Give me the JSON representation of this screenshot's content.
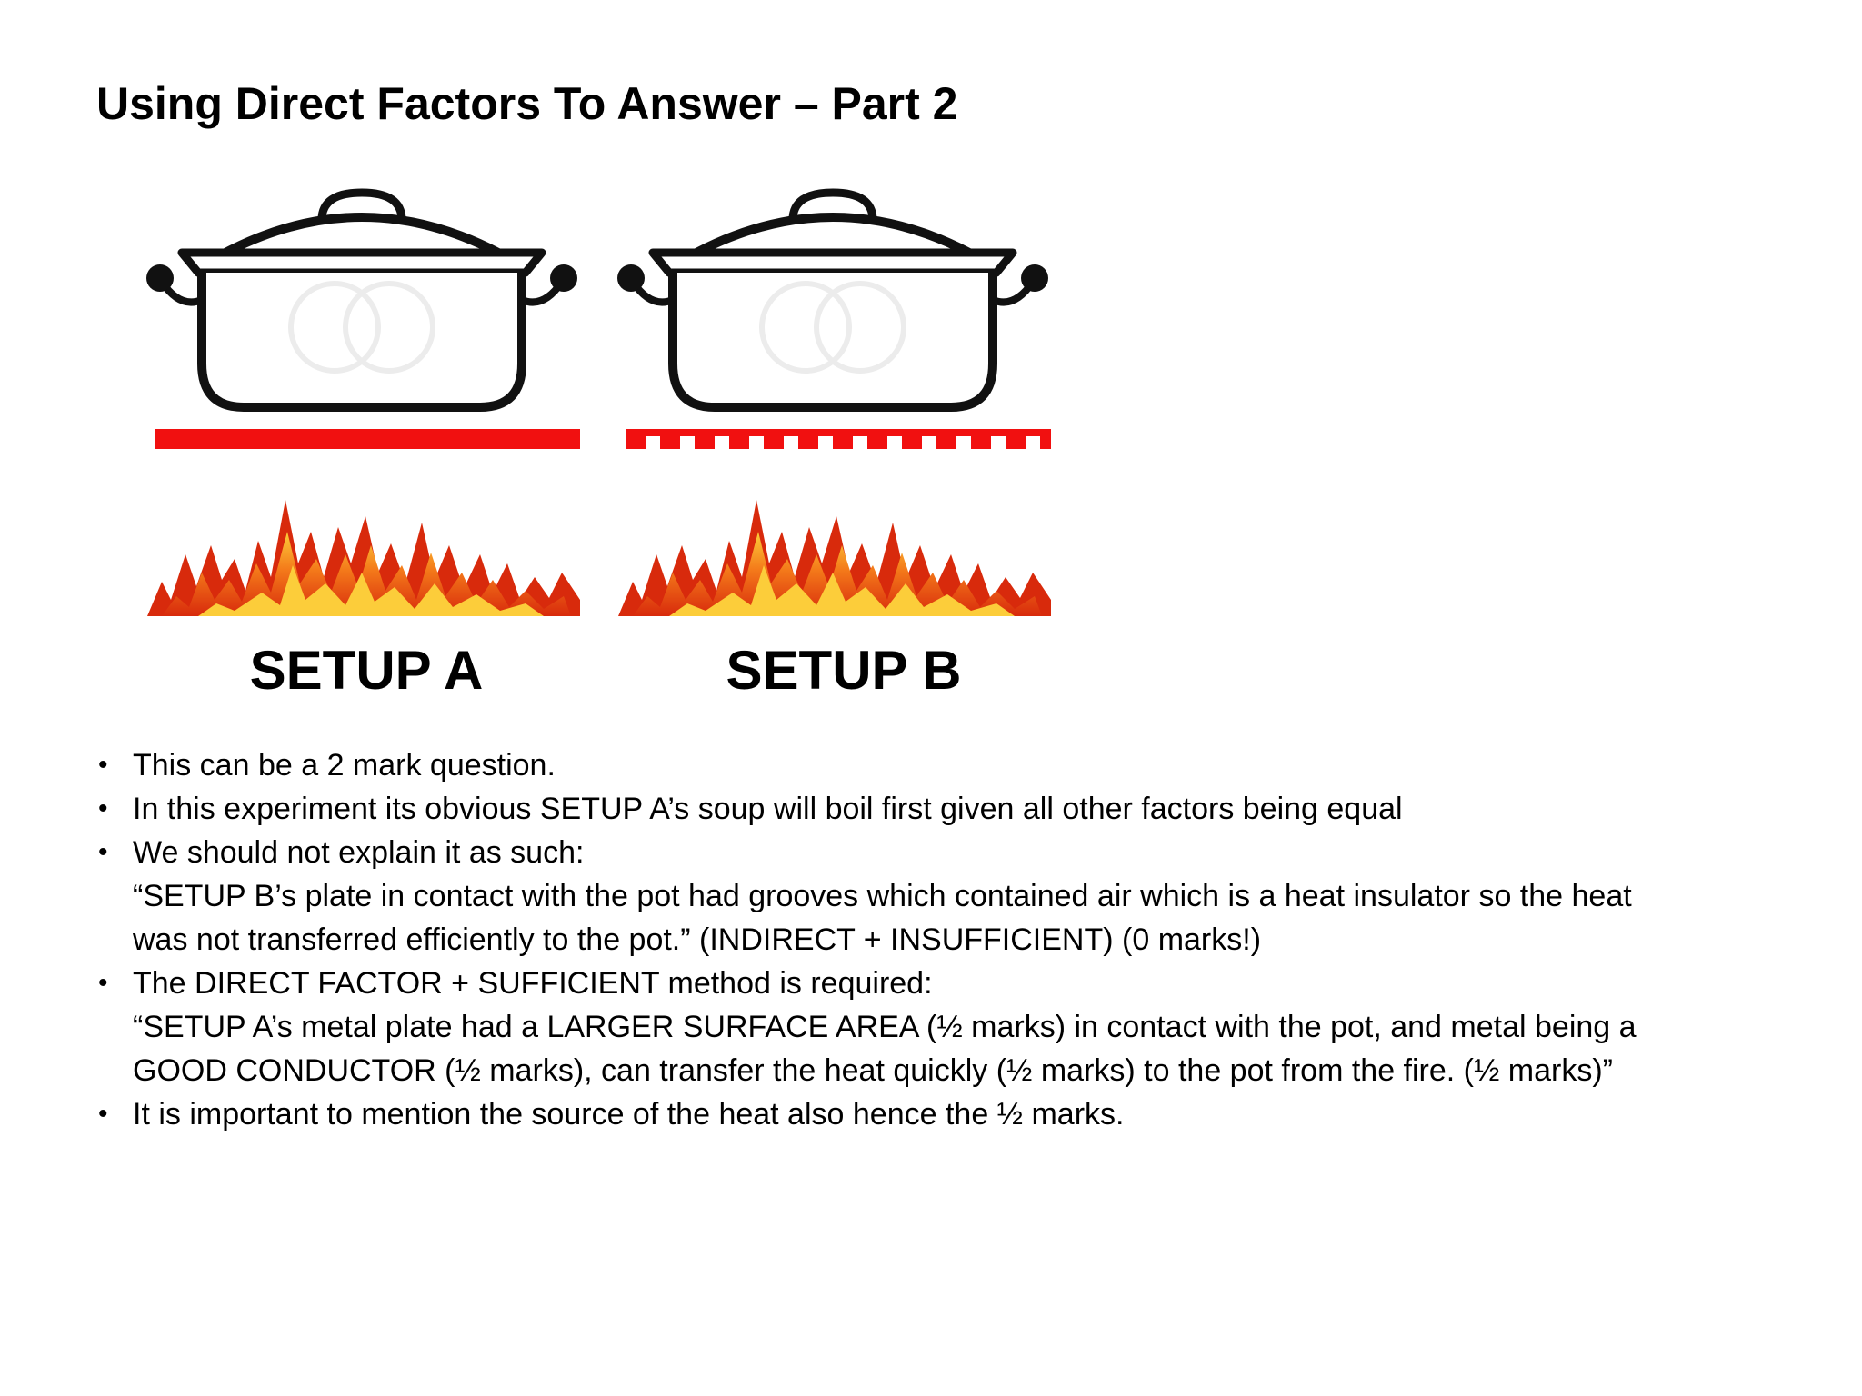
{
  "title": "Using Direct Factors To Answer – Part 2",
  "colors": {
    "plate": "#f11010",
    "pot_outline": "#111111",
    "flame_outer": "#d82a0c",
    "flame_mid": "#f47a1a",
    "flame_inner": "#fccd3a"
  },
  "setups": [
    {
      "label": "SETUP A",
      "plate": "flat solid plate"
    },
    {
      "label": "SETUP B",
      "plate": "grooved plate"
    }
  ],
  "bullets": [
    {
      "text": "This can be a 2 mark question.",
      "sub": []
    },
    {
      "text": "In this experiment its obvious SETUP A’s soup will boil first given all other factors being equal",
      "sub": []
    },
    {
      "text": "We should not explain it as such:",
      "sub": [
        "“SETUP B’s plate in contact with the pot had grooves which contained air which is a heat insulator so the heat",
        "was not transferred efficiently to the pot.” (INDIRECT + INSUFFICIENT) (0 marks!)"
      ]
    },
    {
      "text": "The DIRECT FACTOR + SUFFICIENT method is required:",
      "sub": [
        "“SETUP A’s metal plate had a LARGER SURFACE AREA (½ marks) in contact with the pot, and metal being a",
        "GOOD CONDUCTOR (½ marks), can transfer the heat quickly (½ marks) to the pot from the fire. (½ marks)”"
      ]
    },
    {
      "text": "It is important to mention the source of the heat also hence the ½ marks.",
      "sub": []
    }
  ]
}
